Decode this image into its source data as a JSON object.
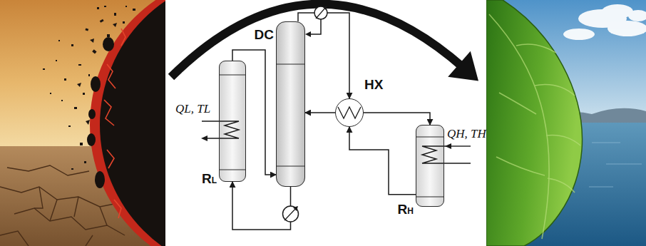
{
  "diagram": {
    "nodes": [
      {
        "text": [
          "RL"
        ]
      },
      {
        "text": [
          "DC"
        ]
      },
      {
        "text": [
          "HX"
        ]
      },
      {
        "text": [
          "RH"
        ]
      }
    ],
    "edges": [
      {
        "from": 0,
        "to": 1,
        "arrow": "to"
      },
      {
        "from": 1,
        "to": 0,
        "arrow": "to"
      },
      {
        "from": 1,
        "to": 2,
        "arrow": "to"
      },
      {
        "from": 2,
        "to": 1,
        "arrow": "to"
      },
      {
        "from": 2,
        "to": 3,
        "arrow": "to"
      },
      {
        "from": 3,
        "to": 2,
        "arrow": "to"
      }
    ],
    "labels": [
      "QL, TL",
      "QH, TH"
    ]
  }
}
